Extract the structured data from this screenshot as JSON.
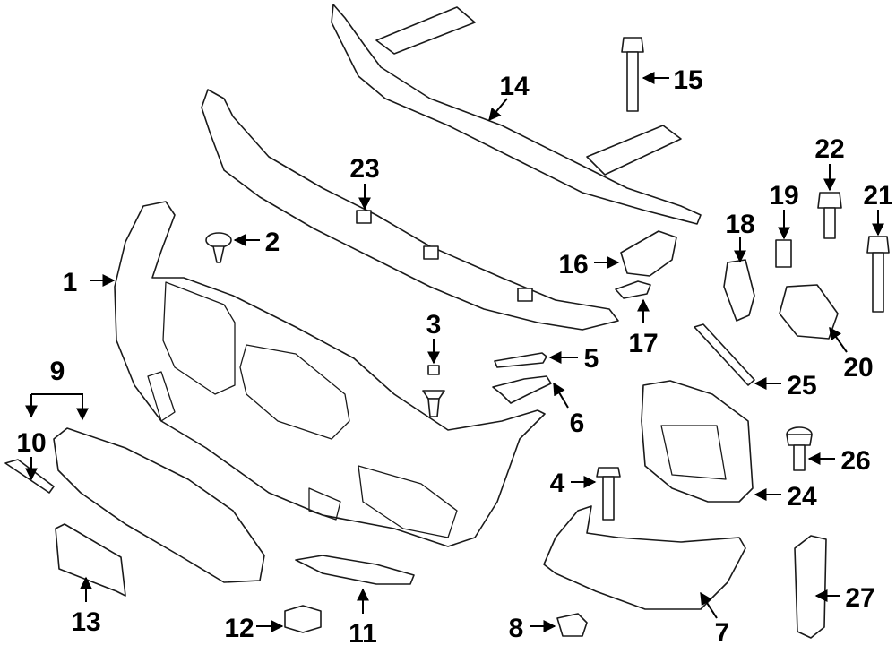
{
  "diagram": {
    "callouts": [
      {
        "id": "c1",
        "text": "1"
      },
      {
        "id": "c2",
        "text": "2"
      },
      {
        "id": "c3",
        "text": "3"
      },
      {
        "id": "c4",
        "text": "4"
      },
      {
        "id": "c5",
        "text": "5"
      },
      {
        "id": "c6",
        "text": "6"
      },
      {
        "id": "c7",
        "text": "7"
      },
      {
        "id": "c8",
        "text": "8"
      },
      {
        "id": "c9",
        "text": "9"
      },
      {
        "id": "c10",
        "text": "10"
      },
      {
        "id": "c11",
        "text": "11"
      },
      {
        "id": "c12",
        "text": "12"
      },
      {
        "id": "c13",
        "text": "13"
      },
      {
        "id": "c14",
        "text": "14"
      },
      {
        "id": "c15",
        "text": "15"
      },
      {
        "id": "c16",
        "text": "16"
      },
      {
        "id": "c17",
        "text": "17"
      },
      {
        "id": "c18",
        "text": "18"
      },
      {
        "id": "c19",
        "text": "19"
      },
      {
        "id": "c20",
        "text": "20"
      },
      {
        "id": "c21",
        "text": "21"
      },
      {
        "id": "c22",
        "text": "22"
      },
      {
        "id": "c23",
        "text": "23"
      },
      {
        "id": "c24",
        "text": "24"
      },
      {
        "id": "c25",
        "text": "25"
      },
      {
        "id": "c26",
        "text": "26"
      },
      {
        "id": "c27",
        "text": "27"
      }
    ]
  }
}
